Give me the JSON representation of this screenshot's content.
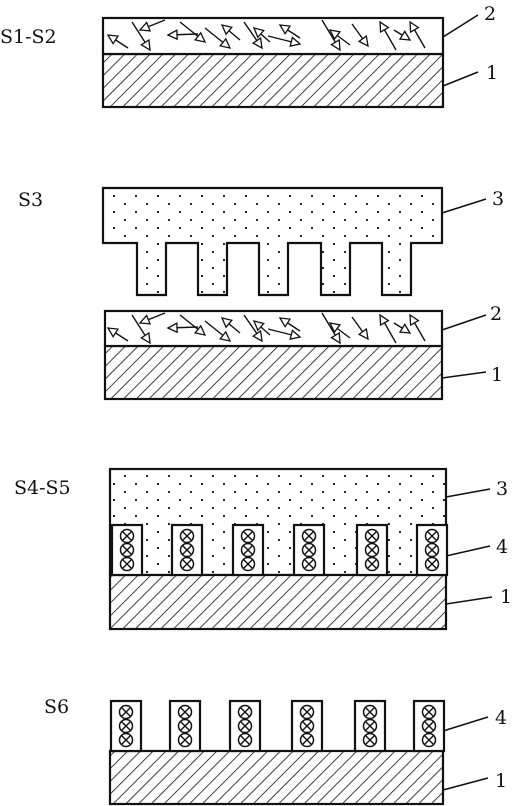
{
  "steps": [
    {
      "label": "S1-S2",
      "callouts": [
        "2",
        "1"
      ]
    },
    {
      "label": "S3",
      "callouts": [
        "3",
        "2",
        "1"
      ]
    },
    {
      "label": "S4-S5",
      "callouts": [
        "3",
        "4",
        "1"
      ]
    },
    {
      "label": "S6",
      "callouts": [
        "4",
        "1"
      ]
    }
  ]
}
